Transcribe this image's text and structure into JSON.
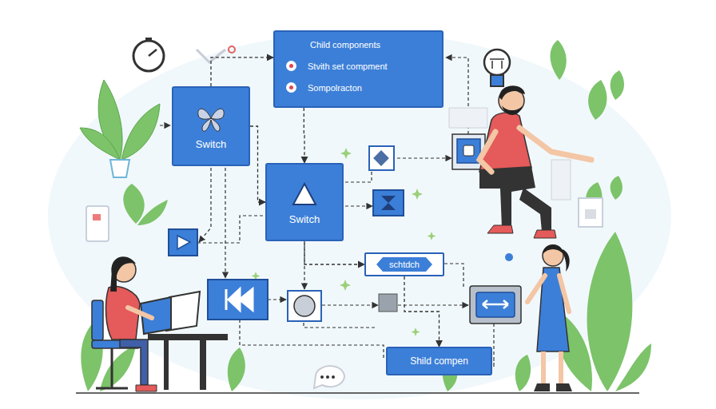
{
  "diagram": {
    "nodes": [
      {
        "text": [
          "Child components",
          "Stvith set compment",
          "Sompolracton"
        ]
      },
      {
        "text": [
          "Switch"
        ]
      },
      {
        "text": [
          "Switch"
        ]
      },
      {
        "text": [
          "schtdch"
        ]
      },
      {
        "text": [
          "Shild compen"
        ]
      }
    ],
    "edges": [
      {
        "from": 1,
        "to": 0,
        "arrow": "to"
      },
      {
        "from": 0,
        "to": 2,
        "arrow": "to"
      },
      {
        "from": 1,
        "to": 2,
        "arrow": "to"
      },
      {
        "from": 2,
        "to": 3,
        "arrow": "to"
      },
      {
        "from": 3,
        "to": 4,
        "arrow": "to"
      }
    ]
  }
}
